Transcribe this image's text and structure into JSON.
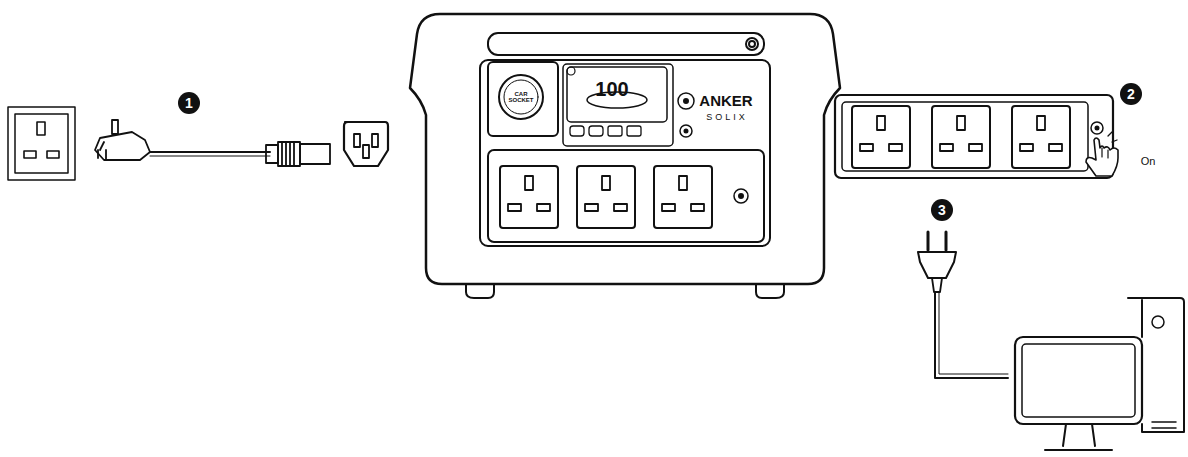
{
  "diagram": {
    "labels": [
      "1",
      "2",
      "3",
      "On",
      "CAR SOCKET",
      "100",
      "ANKER",
      "SOLIX"
    ]
  }
}
